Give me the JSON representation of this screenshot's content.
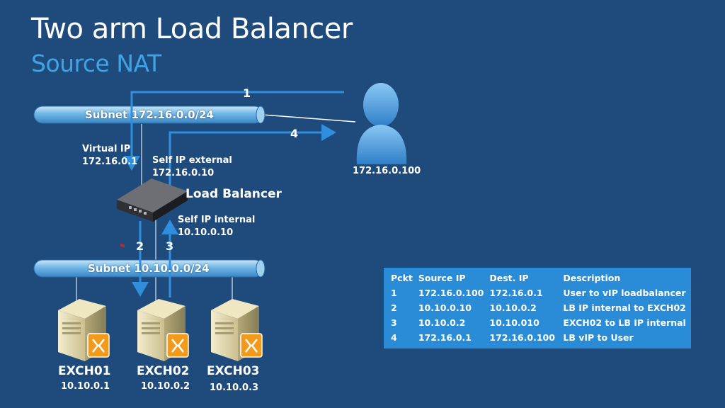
{
  "title": "Two arm Load Balancer",
  "subtitle": "Source NAT",
  "subnet_external": "Subnet 172.16.0.0/24",
  "subnet_internal": "Subnet 10.10.0.0/24",
  "virtual_ip": {
    "label": "Virtual IP",
    "value": "172.16.0.1"
  },
  "self_ip_external": {
    "label": "Self IP external",
    "value": "172.16.0.10"
  },
  "self_ip_internal": {
    "label": "Self IP internal",
    "value": "10.10.0.10"
  },
  "load_balancer": "Load Balancer",
  "user_ip": "172.16.0.100",
  "arrow_numbers": [
    "1",
    "2",
    "3",
    "4"
  ],
  "servers": [
    {
      "name": "EXCH01",
      "ip": "10.10.0.1"
    },
    {
      "name": "EXCH02",
      "ip": "10.10.0.2"
    },
    {
      "name": "EXCH03",
      "ip": "10.10.0.3"
    }
  ],
  "table": {
    "headers": [
      "Pckt",
      "Source IP",
      "Dest. IP",
      "Description"
    ],
    "rows": [
      [
        "1",
        "172.16.0.100",
        "172.16.0.1",
        "User to vIP loadbalancer"
      ],
      [
        "2",
        "10.10.0.10",
        "10.10.0.2",
        "LB IP internal to EXCH02"
      ],
      [
        "3",
        "10.10.0.2",
        "10.10.010",
        "EXCH02 to LB IP internal"
      ],
      [
        "4",
        "172.16.0.1",
        "172.16.0.100",
        "LB vIP to User"
      ]
    ]
  },
  "colors": {
    "background": "#1f4a7c",
    "accent": "#3fa4e6",
    "arrow": "#2f8fdc",
    "table_bg": "#2a8bd6"
  }
}
